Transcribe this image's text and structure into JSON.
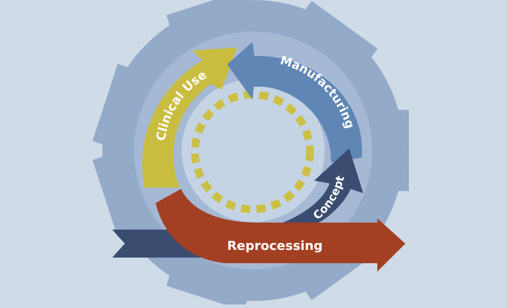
{
  "diagram": {
    "stages": [
      {
        "id": "manufacturing",
        "label": "Manufacturing",
        "color": "#5f86b5"
      },
      {
        "id": "concept",
        "label": "Concept",
        "color": "#3a4d71"
      },
      {
        "id": "reprocessing",
        "label": "Reprocessing",
        "color": "#a33f22"
      },
      {
        "id": "clinical_use",
        "label": "Clinical Use",
        "color": "#c9bd3f"
      }
    ],
    "colors": {
      "background": "#cfdbe7",
      "gear": "#93aac9",
      "gear_inner_ring": "#a6b9d4",
      "inner_circle": "#c5d4e4",
      "dotted_ring": "#cbbf45",
      "tail": "#3a4d71"
    }
  }
}
